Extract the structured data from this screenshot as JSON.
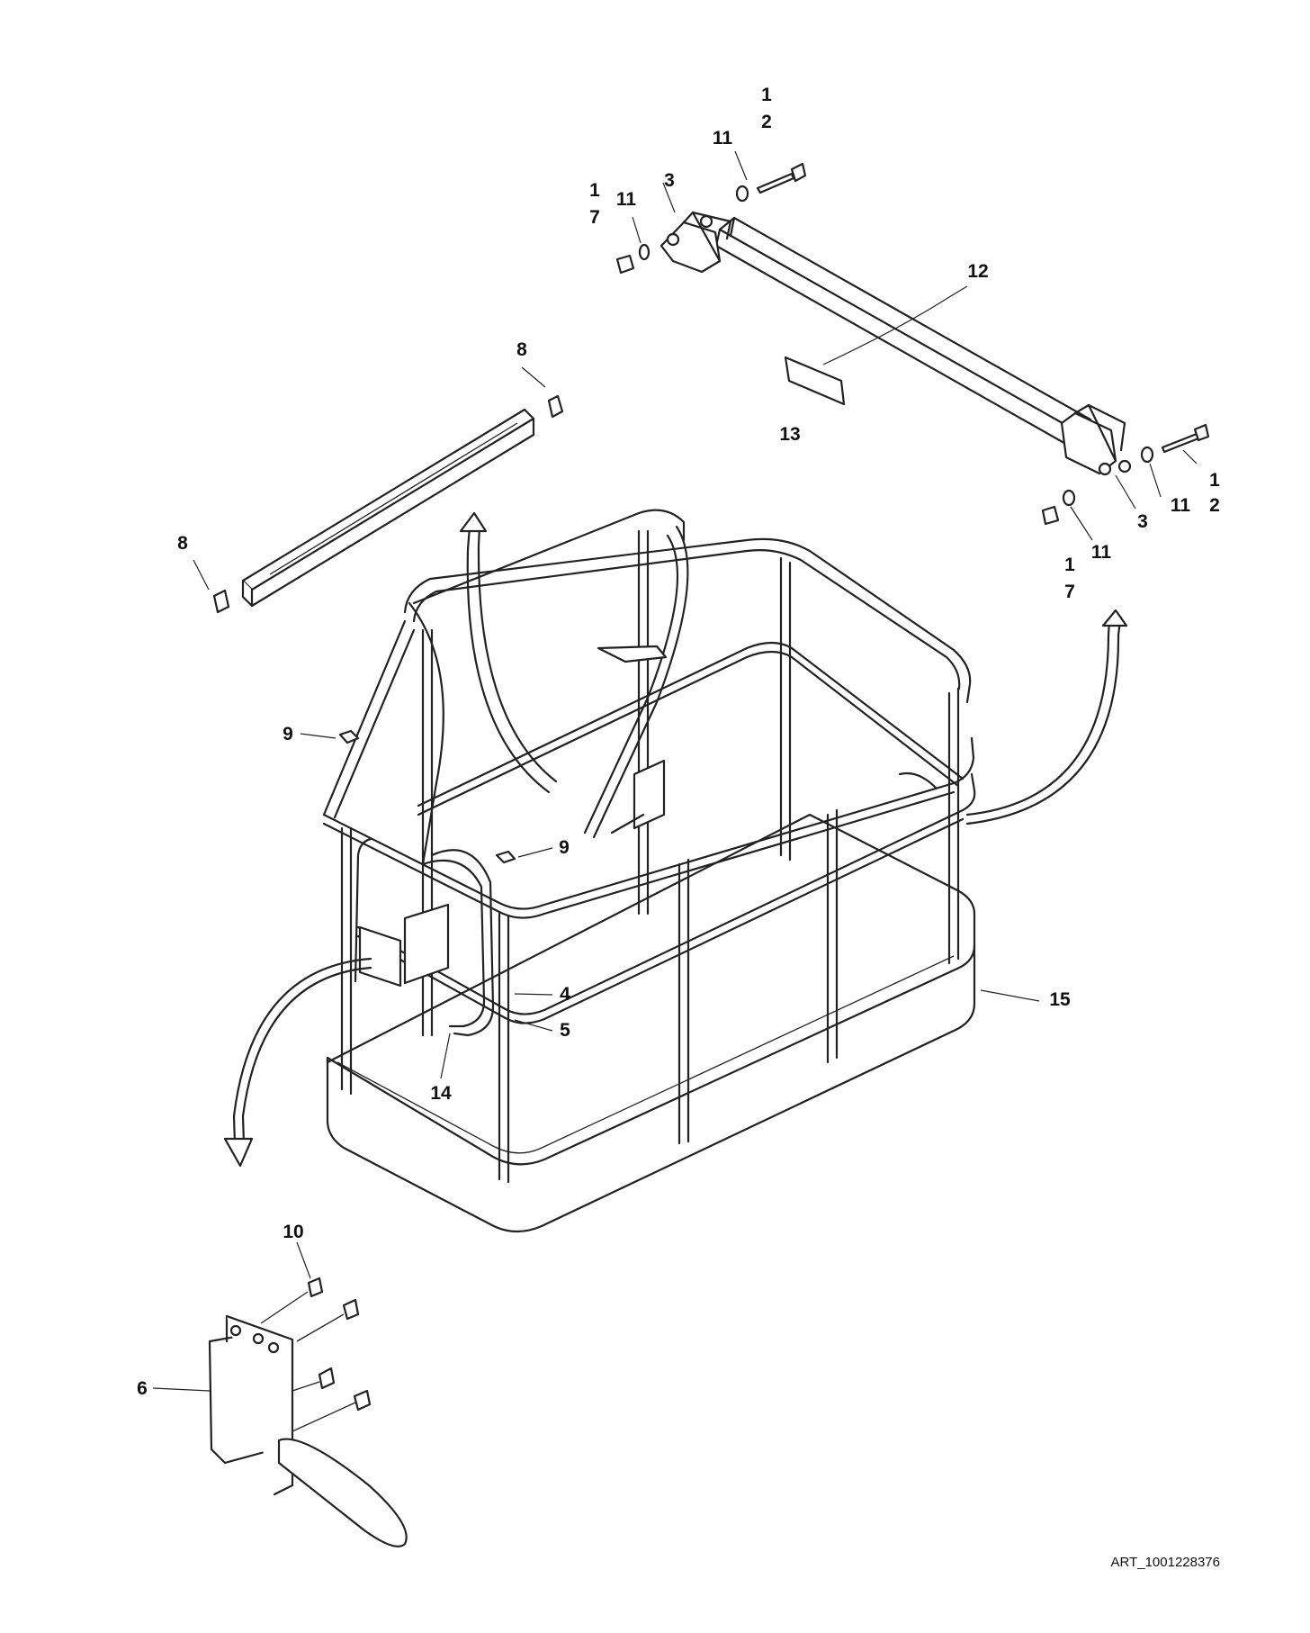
{
  "diagram": {
    "callouts": [
      {
        "id": "c1a",
        "text": "1"
      },
      {
        "id": "c2a",
        "text": "2"
      },
      {
        "id": "c11a",
        "text": "11"
      },
      {
        "id": "c3a",
        "text": "3"
      },
      {
        "id": "c11b",
        "text": "11"
      },
      {
        "id": "c1b",
        "text": "1"
      },
      {
        "id": "c7a",
        "text": "7"
      },
      {
        "id": "c12",
        "text": "12"
      },
      {
        "id": "c13",
        "text": "13"
      },
      {
        "id": "c1c",
        "text": "1"
      },
      {
        "id": "c2b",
        "text": "2"
      },
      {
        "id": "c11c",
        "text": "11"
      },
      {
        "id": "c3b",
        "text": "3"
      },
      {
        "id": "c11d",
        "text": "11"
      },
      {
        "id": "c1d",
        "text": "1"
      },
      {
        "id": "c7b",
        "text": "7"
      },
      {
        "id": "c8a",
        "text": "8"
      },
      {
        "id": "c8b",
        "text": "8"
      },
      {
        "id": "c9a",
        "text": "9"
      },
      {
        "id": "c9b",
        "text": "9"
      },
      {
        "id": "c4",
        "text": "4"
      },
      {
        "id": "c5",
        "text": "5"
      },
      {
        "id": "c14",
        "text": "14"
      },
      {
        "id": "c15",
        "text": "15"
      },
      {
        "id": "c10",
        "text": "10"
      },
      {
        "id": "c6",
        "text": "6"
      }
    ],
    "art_number": "ART_1001228376"
  }
}
